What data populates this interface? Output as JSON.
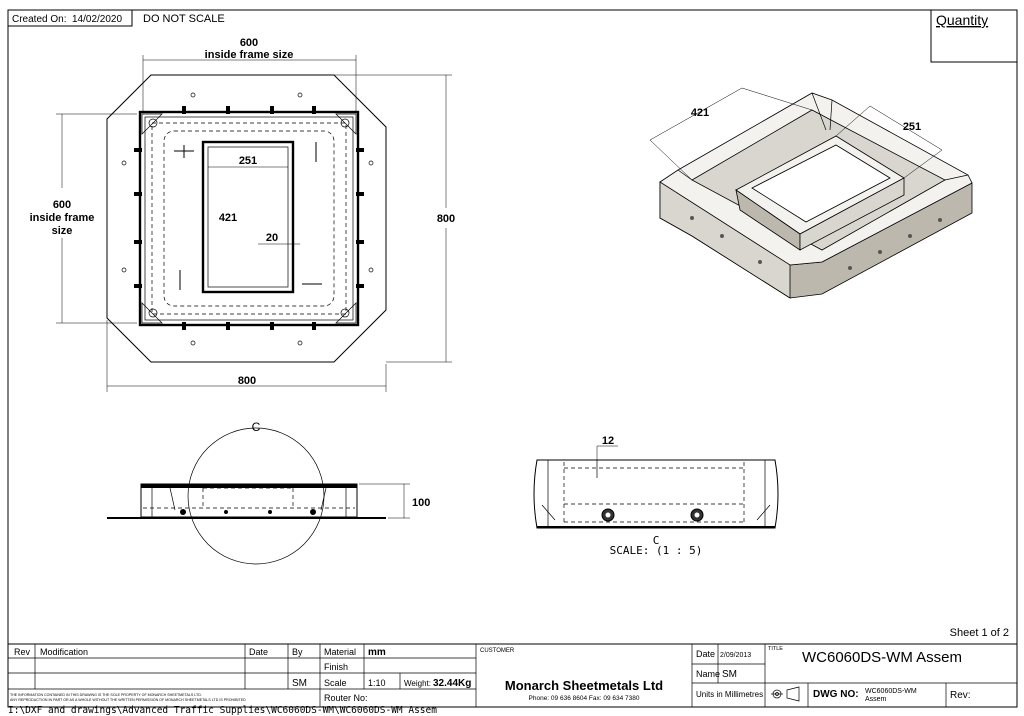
{
  "header": {
    "created_label": "Created On:",
    "created_date": "14/02/2020",
    "scale_note": "DO NOT SCALE",
    "quantity_label": "Quantity"
  },
  "plan_view": {
    "top_dim_value": "600",
    "top_dim_label": "inside frame size",
    "left_dim_value": "600",
    "left_dim_line1": "inside frame",
    "left_dim_line2": "size",
    "right_dim": "800",
    "bottom_dim": "800",
    "inner_width": "251",
    "inner_height": "421",
    "inner_offset": "20"
  },
  "iso_view": {
    "dim_421": "421",
    "dim_251": "251"
  },
  "side_view": {
    "section_mark": "C",
    "height_dim": "100"
  },
  "detail_view": {
    "dim_12": "12",
    "label": "C",
    "scale": "SCALE: (1 : 5)"
  },
  "sheet": "Sheet 1 of 2",
  "title_block": {
    "rev_header": "Rev",
    "modification_header": "Modification",
    "date_header": "Date",
    "by_header": "By",
    "by_value": "SM",
    "material_label": "Material",
    "material_value": "mm",
    "finish_label": "Finish",
    "scale_label": "Scale",
    "scale_value": "1:10",
    "weight_label": "Weight:",
    "weight_value": "32.44Kg",
    "router_label": "Router No:",
    "disclaimer_line1": "THE INFORMATION CONTAINED IN THIS DRAWING IS THE SOLE PROPERTY OF MONARCH SHEETMETALS LTD.",
    "disclaimer_line2": "ANY REPRODUCTION IN PART OR AS A WHOLE WITHOUT THE WRITTEN PERMISSION OF MONARCH SHEETMETALS LTD IS PROHIBITED",
    "customer_label": "CUSTOMER",
    "company_name": "Monarch Sheetmetals Ltd",
    "company_phone": "Phone: 09 636 8604     Fax: 09 634 7380",
    "date_label": "Date",
    "date_value": "2/09/2013",
    "name_label": "Name",
    "name_value": "SM",
    "units_label": "Units in Millimetres",
    "title_label": "TITLE",
    "title_value": "WC6060DS-WM Assem",
    "dwg_label": "DWG NO:",
    "dwg_line1": "WC6060DS-WM",
    "dwg_line2": "Assem",
    "rev_label": "Rev:"
  },
  "file_path": "I:\\DXF and drawings\\Advanced Traffic Supplies\\WC6060DS-WM\\WC6060DS-WM Assem"
}
